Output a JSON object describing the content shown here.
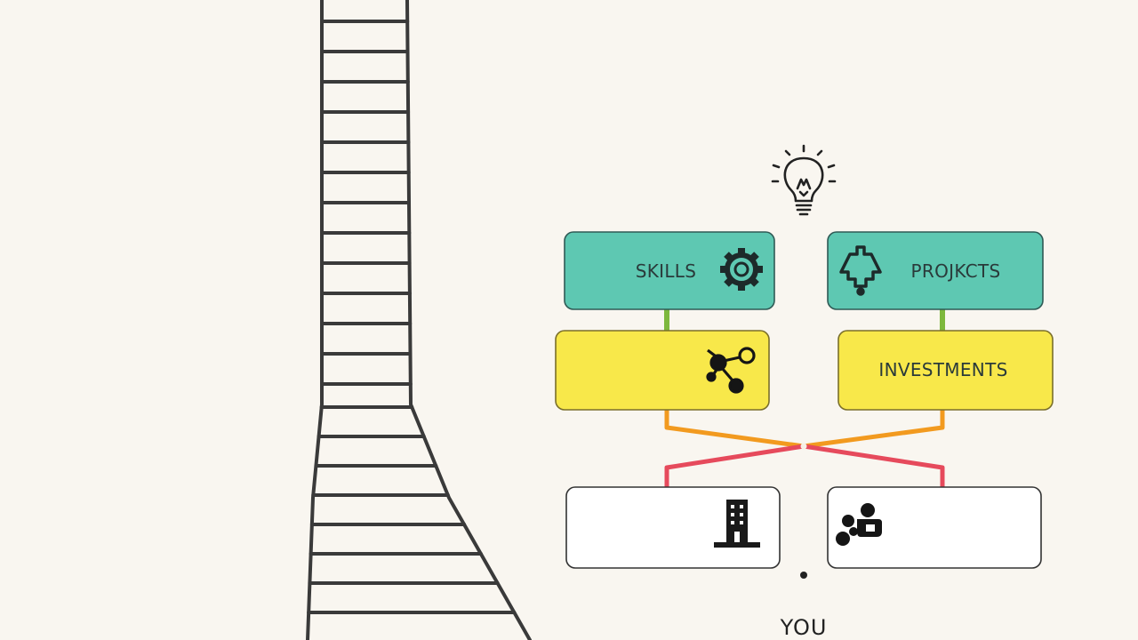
{
  "diagram": {
    "nodes": {
      "skills": {
        "label": "SKILLS",
        "icon": "gear-icon",
        "color": "#5ec8b2"
      },
      "projects": {
        "label": "PROJKCTS",
        "icon": "puzzle-bell-icon",
        "color": "#5ec8b2"
      },
      "left_yellow": {
        "label": "",
        "icon": "molecule-icon",
        "color": "#f8e84a"
      },
      "investments": {
        "label": "INVESTMENTS",
        "icon": "",
        "color": "#f8e84a"
      },
      "left_white": {
        "label": "",
        "icon": "building-icon",
        "color": "#ffffff"
      },
      "right_white": {
        "label": "",
        "icon": "people-icon",
        "color": "#ffffff"
      }
    },
    "top_icon": "lightbulb-icon",
    "left_graphic": "ladder-icon",
    "base_label": "YOU",
    "stem_colors": [
      "#ef6f2e",
      "#f5d63a",
      "#7db83d"
    ],
    "branch_colors": {
      "upper": "#f29a1f",
      "lower": "#e64a5c"
    }
  }
}
